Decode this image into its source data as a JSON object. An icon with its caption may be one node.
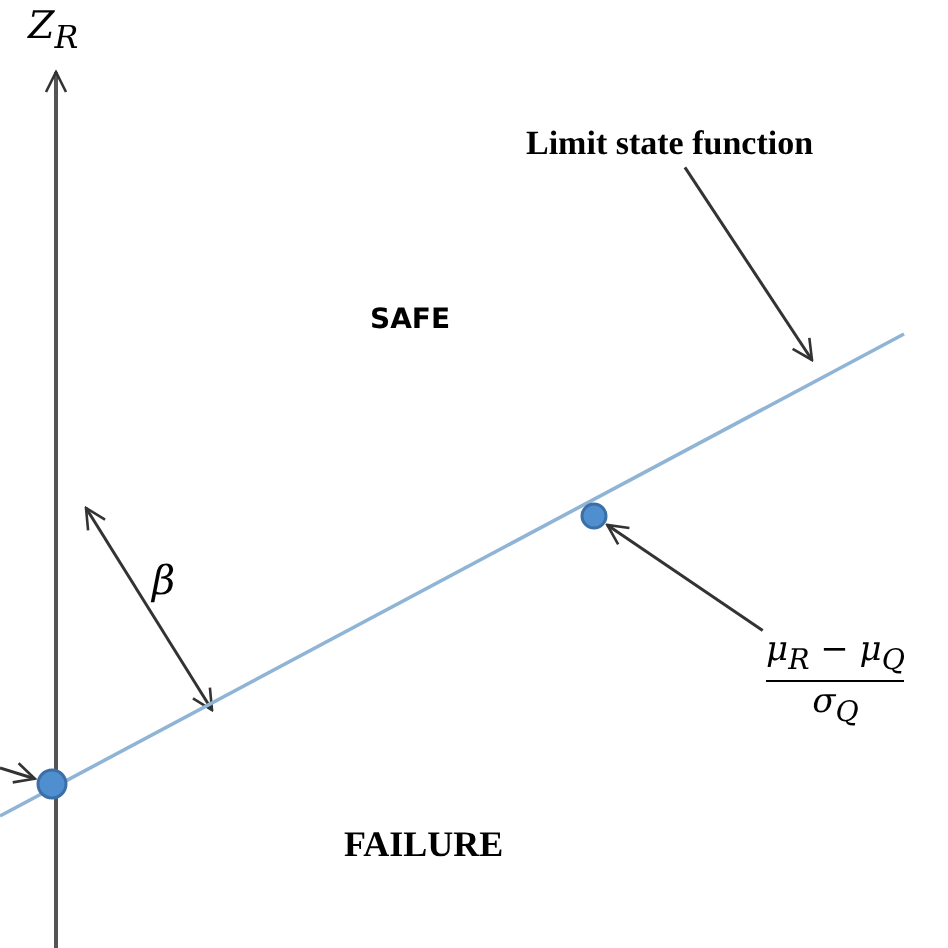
{
  "diagram": {
    "nodes": [
      {
        "text": [
          "Limit state function"
        ]
      },
      {
        "text": [
          "μ$_{R}$ − μ$_{Q}$",
          "σ$_{Q}$"
        ]
      },
      {
        "text": [],
        "shape": "circle"
      },
      {
        "text": [],
        "shape": "circle"
      }
    ],
    "edges": [
      {
        "from": 0,
        "to": null,
        "arrow": "to"
      },
      {
        "from": 1,
        "to": 2,
        "arrow": "to"
      },
      {
        "from": null,
        "to": 3,
        "arrow": "to"
      }
    ],
    "labels": [
      "Z$_{R}$",
      "SAFE",
      "β",
      "FAILURE"
    ]
  }
}
